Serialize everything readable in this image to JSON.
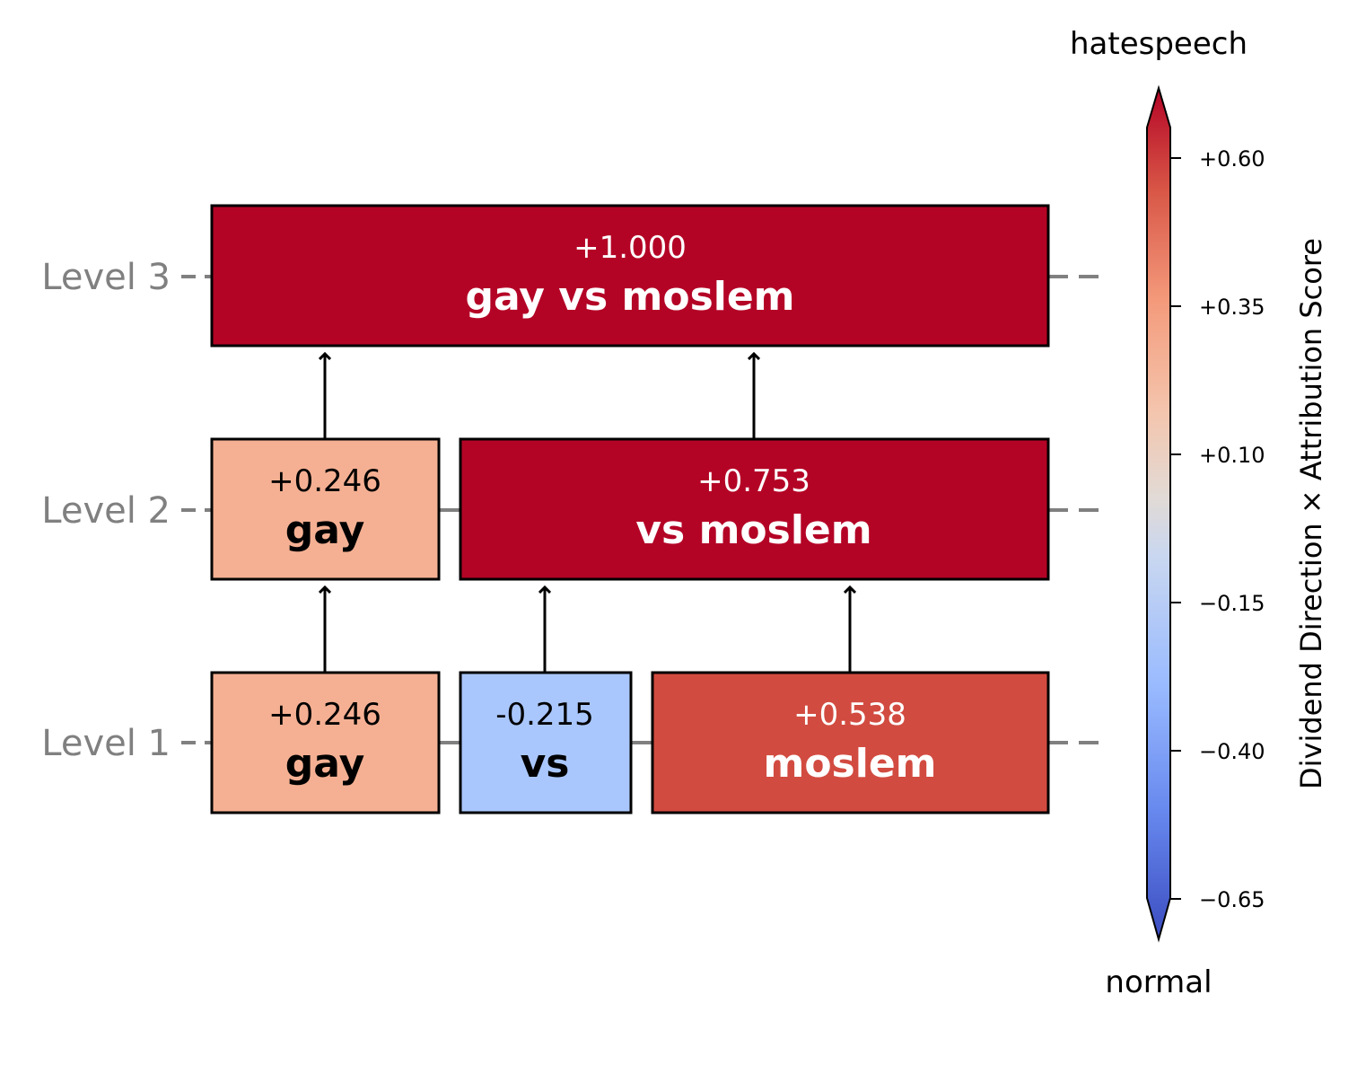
{
  "levels": [
    {
      "label": "Level 3"
    },
    {
      "label": "Level 2"
    },
    {
      "label": "Level 1"
    }
  ],
  "nodes": {
    "l3_all": {
      "score": "+1.000",
      "token": "gay vs moslem",
      "color": "#b40426",
      "text_color": "#ffffff"
    },
    "l2_gay": {
      "score": "+0.246",
      "token": "gay",
      "color": "#f5b093",
      "text_color": "#000000"
    },
    "l2_vs_moslem": {
      "score": "+0.753",
      "token": "vs moslem",
      "color": "#b40426",
      "text_color": "#ffffff"
    },
    "l1_gay": {
      "score": "+0.246",
      "token": "gay",
      "color": "#f5b093",
      "text_color": "#000000"
    },
    "l1_vs": {
      "score": "-0.215",
      "token": "vs",
      "color": "#aac7fd",
      "text_color": "#000000"
    },
    "l1_moslem": {
      "score": "+0.538",
      "token": "moslem",
      "color": "#d24b40",
      "text_color": "#ffffff"
    }
  },
  "colorbar": {
    "top_label": "hatespeech",
    "bottom_label": "normal",
    "axis_label": "Dividend Direction × Attribution Score",
    "ticks": [
      "+0.60",
      "+0.35",
      "+0.10",
      "−0.15",
      "−0.40",
      "−0.65"
    ],
    "colors": {
      "low": "#3b4cc0",
      "mid": "#dddddd",
      "high": "#b40426"
    }
  }
}
